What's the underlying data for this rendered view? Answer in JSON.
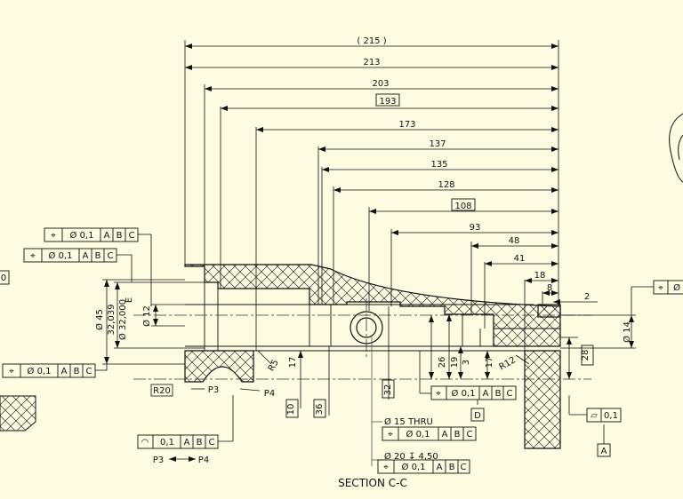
{
  "background_color": "#fdfbe0",
  "line_color": "#111111",
  "lead_color": "#555555",
  "section_label": "SECTION C-C",
  "horizontal_dims": [
    "( 215 )",
    "213",
    "203",
    "193",
    "173",
    "137",
    "135",
    "128",
    "108",
    "93",
    "48",
    "41",
    "18",
    "8",
    "2"
  ],
  "vertical_dims": [
    "Ø 45",
    "32,039",
    "Ø 32,000",
    "Ø 12",
    "E",
    "17",
    "26",
    "19",
    "3",
    "17",
    "28",
    "Ø 14",
    "10",
    "36",
    "32"
  ],
  "radius_labels": [
    "R5",
    "R20",
    "R12"
  ],
  "points": {
    "p3": "P3",
    "p4": "P4",
    "p3p4": "P3",
    "p3p4_end": "P4"
  },
  "hole_notes": {
    "thru": "Ø 15 THRU",
    "cbore": "Ø 20 ↧ 4,50"
  },
  "datums": {
    "a": "A",
    "d": "D"
  },
  "frames": {
    "pos_top1": [
      "⌖",
      "Ø 0,1",
      "A",
      "B",
      "C"
    ],
    "pos_top2": [
      "⌖",
      "Ø 0,1",
      "A",
      "B",
      "C"
    ],
    "pos_left": [
      "⌖",
      "Ø 0,1",
      "A",
      "B",
      "C"
    ],
    "pos_mid": [
      "⌖",
      "Ø 0,1",
      "A",
      "B",
      "C"
    ],
    "pos_thru": [
      "⌖",
      "Ø 0,1",
      "A",
      "B",
      "C"
    ],
    "pos_cbore": [
      "⌖",
      "Ø 0,1",
      "A",
      "B",
      "C"
    ],
    "profile": [
      "◠",
      "0,1",
      "A",
      "B",
      "C"
    ],
    "flatness": [
      "▱",
      "0,1"
    ],
    "pos_right": [
      "⌖",
      "Ø"
    ],
    "left_edge": [
      "0"
    ]
  },
  "icons": {
    "position": "position-symbol-icon",
    "profile": "profile-surface-icon",
    "flatness": "flatness-icon",
    "depth": "depth-symbol-icon"
  }
}
